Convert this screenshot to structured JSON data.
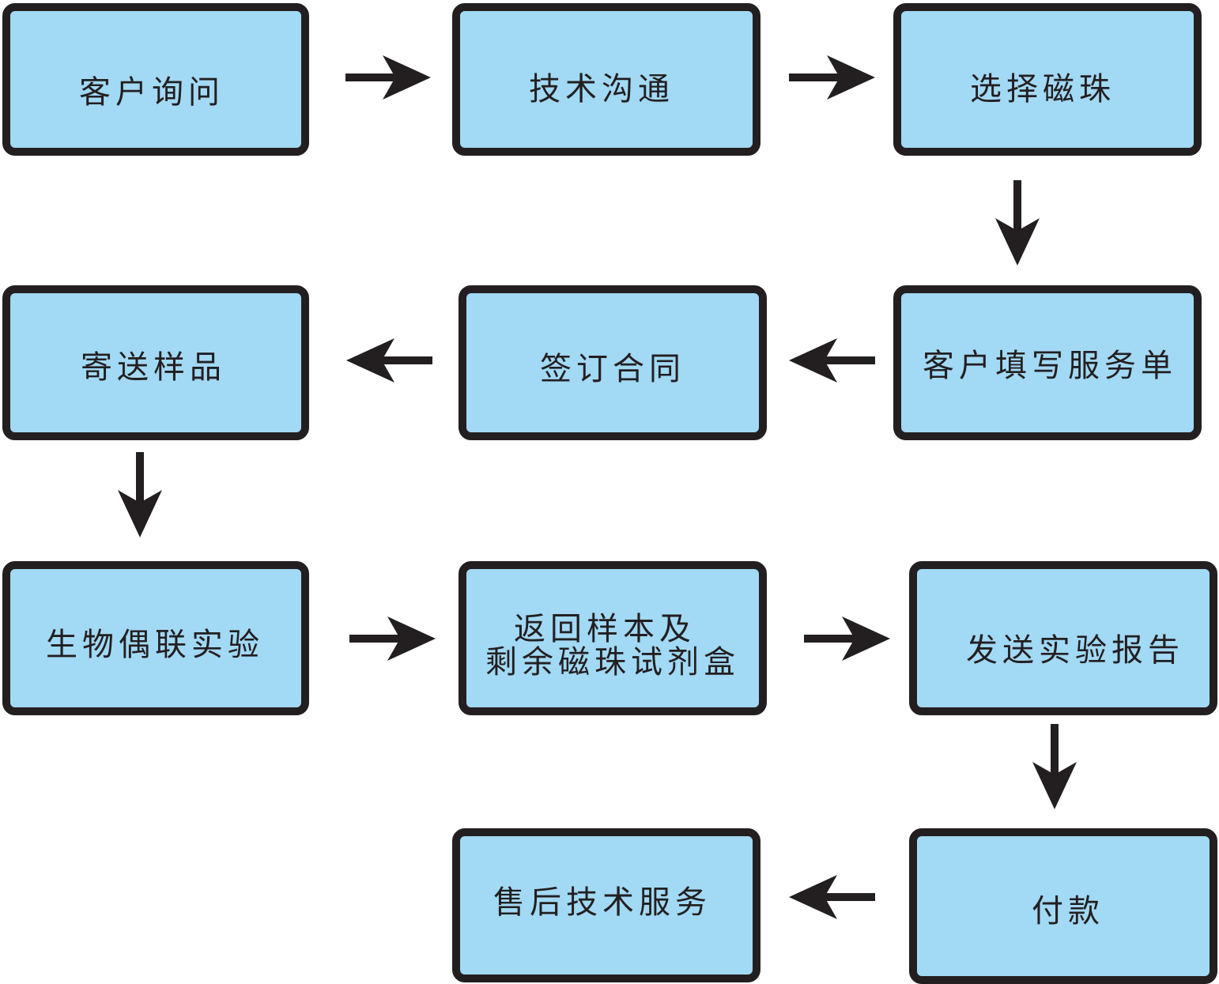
{
  "colors": {
    "box_fill": "#a2d9f5",
    "box_border": "#231f20",
    "arrow": "#231f20",
    "text": "#231f20",
    "background": "#ffffff"
  },
  "steps": [
    {
      "id": "inquiry",
      "label": "客户询问"
    },
    {
      "id": "tech-communication",
      "label": "技术沟通"
    },
    {
      "id": "select-beads",
      "label": "选择磁珠"
    },
    {
      "id": "service-form",
      "label": "客户填写服务单"
    },
    {
      "id": "sign-contract",
      "label": "签订合同"
    },
    {
      "id": "send-samples",
      "label": "寄送样品"
    },
    {
      "id": "bio-coupling",
      "label": "生物偶联实验"
    },
    {
      "id": "return-samples",
      "label_line1": "返回样本及",
      "label_line2": "剩余磁珠试剂盒"
    },
    {
      "id": "send-report",
      "label": "发送实验报告"
    },
    {
      "id": "payment",
      "label": "付款"
    },
    {
      "id": "after-sales",
      "label": "售后技术服务"
    }
  ]
}
